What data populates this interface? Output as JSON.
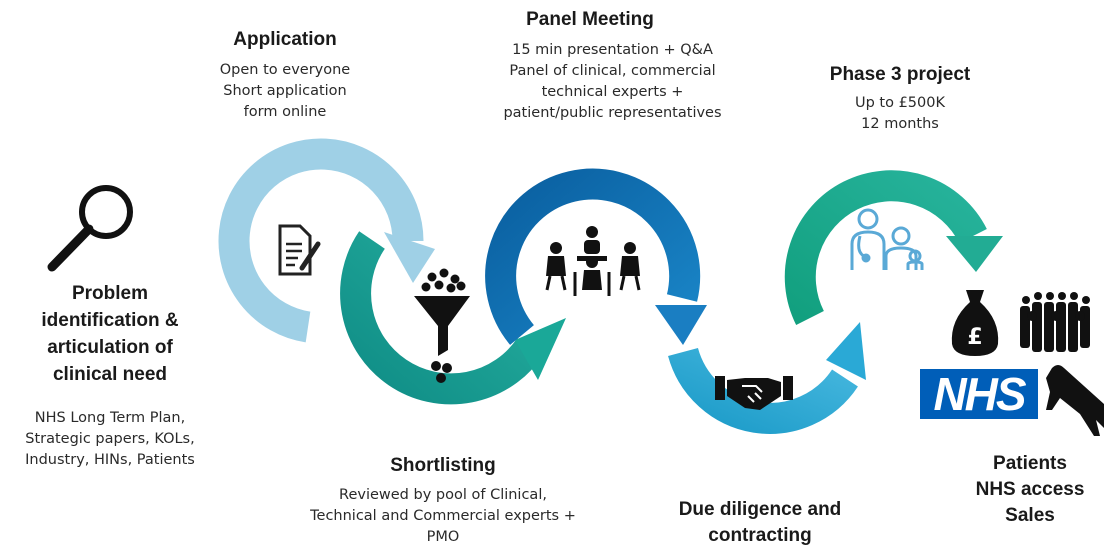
{
  "stages": {
    "problem": {
      "title": [
        "Problem",
        "identification &",
        "articulation of",
        "clinical need"
      ],
      "details": [
        "NHS Long Term Plan,",
        "Strategic papers, KOLs,",
        "Industry, HINs, Patients"
      ]
    },
    "application": {
      "title": "Application",
      "details": [
        "Open to everyone",
        "Short application",
        "form online"
      ]
    },
    "shortlisting": {
      "title": "Shortlisting",
      "details": [
        "Reviewed by pool of Clinical,",
        "Technical and Commercial experts +",
        "PMO"
      ]
    },
    "panel": {
      "title": "Panel Meeting",
      "details": [
        "15 min presentation + Q&A",
        "Panel of clinical, commercial",
        "technical experts +",
        "patient/public representatives"
      ]
    },
    "due_diligence": {
      "title": [
        "Due diligence and",
        "contracting"
      ]
    },
    "phase3": {
      "title": "Phase 3 project",
      "details": [
        "Up to £500K",
        "12 months"
      ]
    },
    "outcome": {
      "title": [
        "Patients",
        "NHS access",
        "Sales"
      ],
      "nhs_logo": "NHS"
    }
  },
  "colors": {
    "light_blue": "#9fd0e6",
    "teal": "#19a494",
    "dark_blue": "#0d73b7",
    "cyan": "#29a7d4",
    "green_teal": "#1fa58d",
    "nhs_blue": "#005eb8",
    "icon_dark": "#111111"
  },
  "icons": [
    "magnifier-icon",
    "document-pen-icon",
    "funnel-icon",
    "meeting-table-icon",
    "handshake-icon",
    "doctor-patient-icon",
    "money-bag-icon",
    "crowd-icon",
    "airplane-icon"
  ]
}
